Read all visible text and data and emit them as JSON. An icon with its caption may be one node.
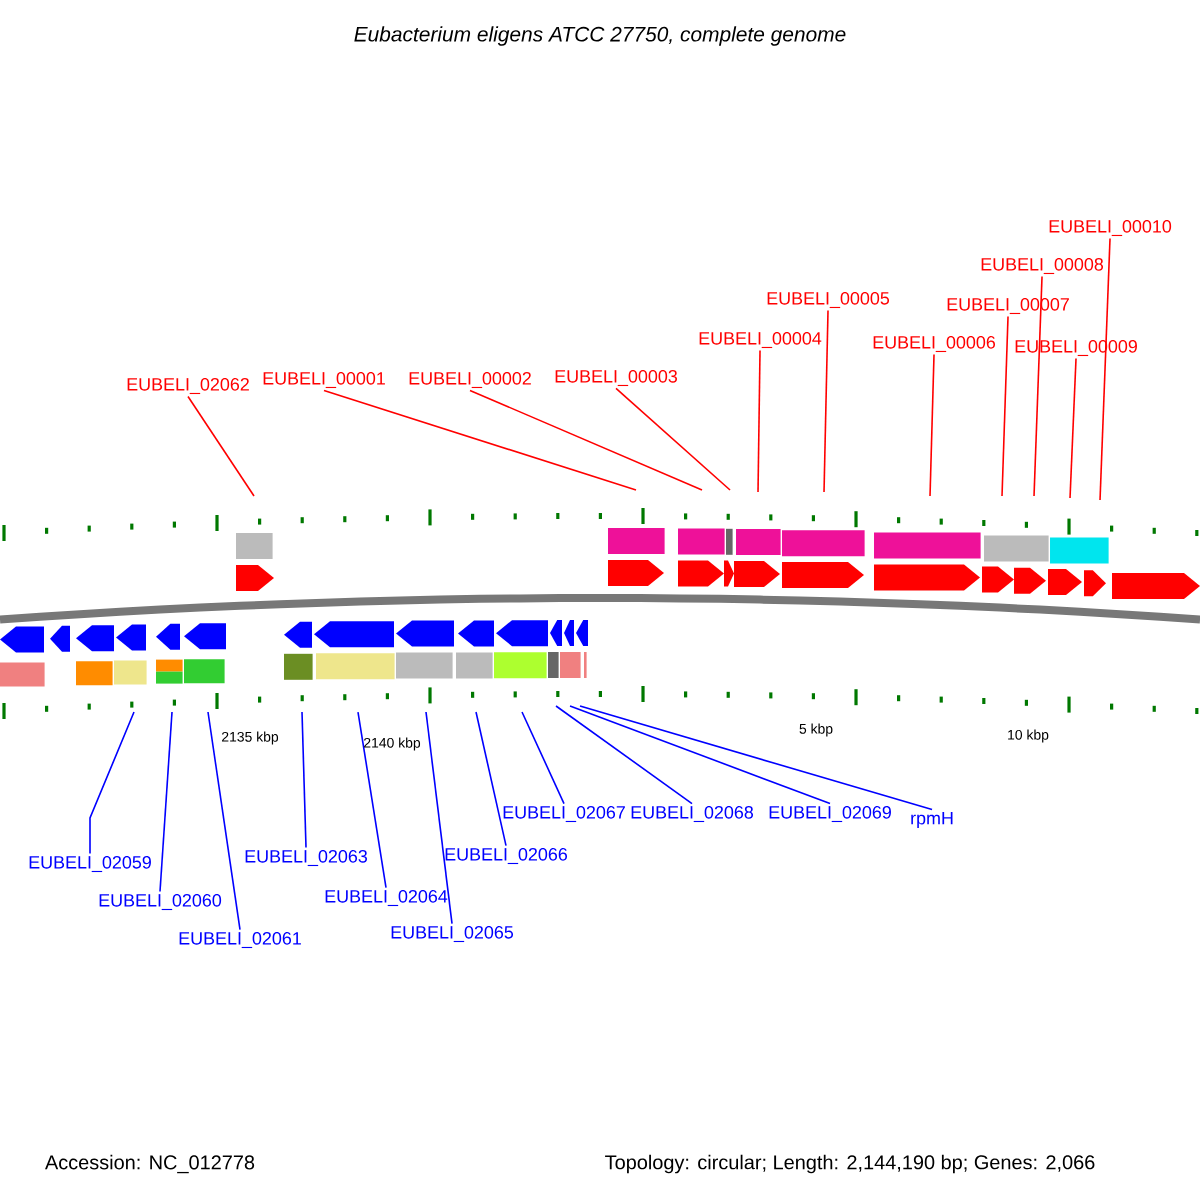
{
  "diagram": {
    "title": "Eubacterium eligens ATCC 27750, complete genome",
    "nodes": [
      {
        "text": [
          "EUBELI_02062"
        ]
      },
      {
        "text": [
          "EUBELI_00001"
        ]
      },
      {
        "text": [
          "EUBELI_00002"
        ]
      },
      {
        "text": [
          "EUBELI_00003"
        ]
      },
      {
        "text": [
          "EUBELI_00004"
        ]
      },
      {
        "text": [
          "EUBELI_00005"
        ]
      },
      {
        "text": [
          "EUBELI_00006"
        ]
      },
      {
        "text": [
          "EUBELI_00007"
        ]
      },
      {
        "text": [
          "EUBELI_00008"
        ]
      },
      {
        "text": [
          "EUBELI_00009"
        ]
      },
      {
        "text": [
          "EUBELI_00010"
        ]
      },
      {
        "text": [
          "EUBELI_02059"
        ]
      },
      {
        "text": [
          "EUBELI_02060"
        ]
      },
      {
        "text": [
          "EUBELI_02061"
        ]
      },
      {
        "text": [
          "EUBELI_02063"
        ]
      },
      {
        "text": [
          "EUBELI_02064"
        ]
      },
      {
        "text": [
          "EUBELI_02065"
        ]
      },
      {
        "text": [
          "EUBELI_02066"
        ]
      },
      {
        "text": [
          "EUBELI_02067"
        ]
      },
      {
        "text": [
          "EUBELI_02068"
        ]
      },
      {
        "text": [
          "EUBELI_02069"
        ]
      },
      {
        "text": [
          "rpmH"
        ]
      }
    ],
    "edges": [
      {
        "from": 0,
        "to": null,
        "arrow": "none",
        "color": "#ff0000"
      },
      {
        "from": 1,
        "to": null,
        "arrow": "none",
        "color": "#ff0000"
      },
      {
        "from": 2,
        "to": null,
        "arrow": "none",
        "color": "#ff0000"
      },
      {
        "from": 3,
        "to": null,
        "arrow": "none",
        "color": "#ff0000"
      },
      {
        "from": 4,
        "to": null,
        "arrow": "none",
        "color": "#ff0000"
      },
      {
        "from": 5,
        "to": null,
        "arrow": "none",
        "color": "#ff0000"
      },
      {
        "from": 6,
        "to": null,
        "arrow": "none",
        "color": "#ff0000"
      },
      {
        "from": 7,
        "to": null,
        "arrow": "none",
        "color": "#ff0000"
      },
      {
        "from": 8,
        "to": null,
        "arrow": "none",
        "color": "#ff0000"
      },
      {
        "from": 9,
        "to": null,
        "arrow": "none",
        "color": "#ff0000"
      },
      {
        "from": 10,
        "to": null,
        "arrow": "none",
        "color": "#ff0000"
      },
      {
        "from": 11,
        "to": null,
        "arrow": "none",
        "color": "#0000ff"
      },
      {
        "from": 12,
        "to": null,
        "arrow": "none",
        "color": "#0000ff"
      },
      {
        "from": 13,
        "to": null,
        "arrow": "none",
        "color": "#0000ff"
      },
      {
        "from": 14,
        "to": null,
        "arrow": "none",
        "color": "#0000ff"
      },
      {
        "from": 15,
        "to": null,
        "arrow": "none",
        "color": "#0000ff"
      },
      {
        "from": 16,
        "to": null,
        "arrow": "none",
        "color": "#0000ff"
      },
      {
        "from": 17,
        "to": null,
        "arrow": "none",
        "color": "#0000ff"
      },
      {
        "from": 18,
        "to": null,
        "arrow": "none",
        "color": "#0000ff"
      },
      {
        "from": 19,
        "to": null,
        "arrow": "none",
        "color": "#0000ff"
      },
      {
        "from": 20,
        "to": null,
        "arrow": "none",
        "color": "#0000ff"
      },
      {
        "from": 21,
        "to": null,
        "arrow": "none",
        "color": "#0000ff"
      }
    ],
    "labels": [
      "2135 kbp",
      "2140 kbp",
      "5 kbp",
      "10 kbp",
      "Accession: NC_012778",
      "Topology: circular; Length: 2,144,190 bp; Genes: 2,066"
    ]
  }
}
